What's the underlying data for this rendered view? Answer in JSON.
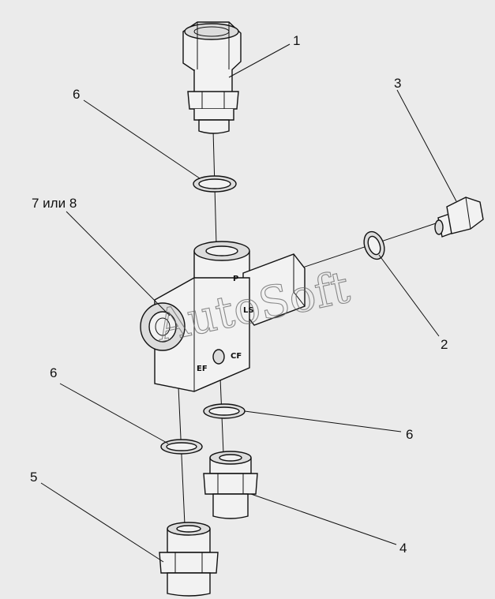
{
  "diagram": {
    "callouts": {
      "c1": "1",
      "c2": "2",
      "c3": "3",
      "c4": "4",
      "c5": "5",
      "c6_top": "6",
      "c6_mid_left": "6",
      "c6_mid_right": "6",
      "c78": "7 или 8"
    },
    "port_markings": {
      "p": "P",
      "ls": "LS",
      "ef": "EF",
      "cf": "CF"
    },
    "watermark": "AutoSoft"
  }
}
